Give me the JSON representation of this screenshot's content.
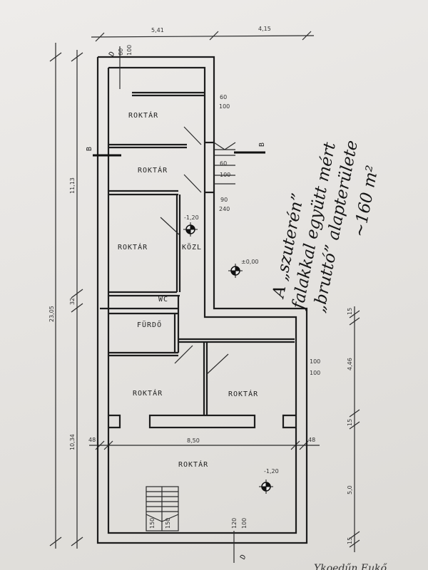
{
  "plan": {
    "rooms": {
      "raktar_top": "ROKTÁR",
      "raktar_second": "ROKTÁR",
      "raktar_middle": "ROKTÁR",
      "kozl": "KÖZL",
      "wc": "WC",
      "furdo": "FÜRDŐ",
      "raktar_lower_left": "ROKTÁR",
      "raktar_lower_right": "ROKTÁR",
      "raktar_bottom": "ROKTÁR"
    },
    "dimensions": {
      "top_left": "5,41",
      "top_right": "4,15",
      "left_upper": "11,13",
      "left_total": "23,05",
      "left_gap": "32",
      "left_lower": "10,34",
      "inner_width": "8,50",
      "wall_left": "48",
      "wall_right": "48",
      "right_a": "15",
      "right_b": "4,46",
      "right_c": "15",
      "right_d": "5,0",
      "right_e": "15"
    },
    "openings": {
      "top_door_w": "60",
      "top_door_h": "100",
      "door1_w": "60",
      "door1_h": "100",
      "door2_w": "60",
      "door2_h": "100",
      "door3_w": "90",
      "door3_h": "240",
      "right_door_w": "100",
      "right_door_h": "100",
      "stair_a": "150",
      "stair_b": "150",
      "bottom_door_w": "120",
      "bottom_door_h": "100"
    },
    "levels": {
      "upper": "-1,20",
      "ground": "±0,00",
      "lower": "-1,20"
    },
    "section_marks": {
      "left": "B",
      "right": "B",
      "top": "D",
      "bottom": "D"
    }
  },
  "note": {
    "line1": "A „szuterén”",
    "line2": "falakkal együtt mért",
    "line3": "„bruttó” alapterülete",
    "line4": "~160 m²"
  },
  "signature": "Ykoedűn Eukő"
}
